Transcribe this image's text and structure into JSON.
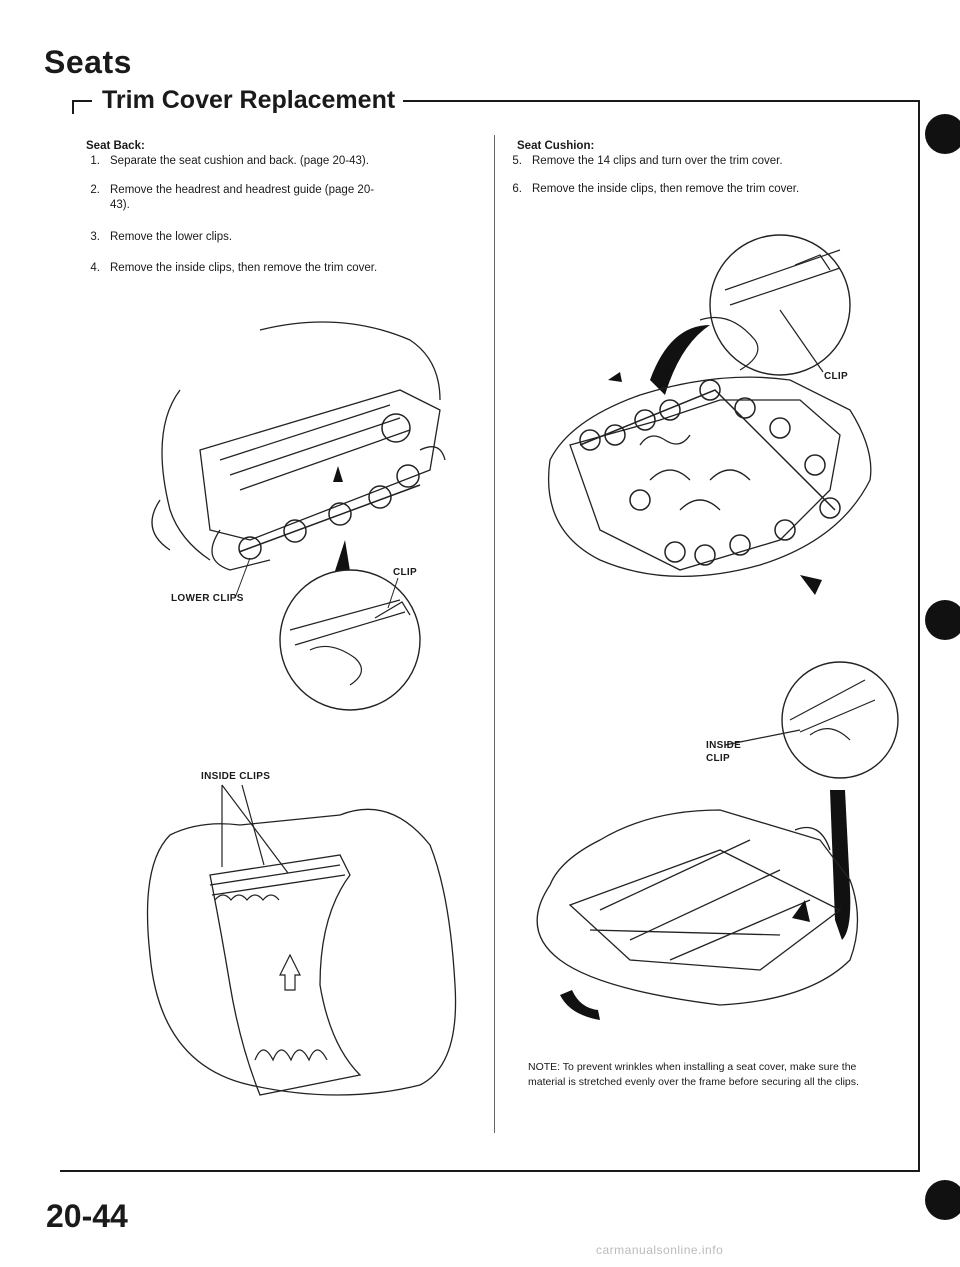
{
  "header": {
    "title": "Seats",
    "subtitle": "Trim Cover Replacement"
  },
  "seat_back": {
    "heading": "Seat Back:",
    "steps": [
      {
        "num": "1.",
        "text": "Separate the seat cushion and back. (page 20-43)."
      },
      {
        "num": "2.",
        "text": "Remove the headrest and headrest guide (page 20-",
        "text2": "43)."
      },
      {
        "num": "3.",
        "text": "Remove the lower clips."
      },
      {
        "num": "4.",
        "text": "Remove the inside clips, then remove the trim cover."
      }
    ]
  },
  "seat_cushion": {
    "heading": "Seat Cushion:",
    "steps": [
      {
        "num": "5.",
        "text": "Remove the 14 clips and turn over the trim cover."
      },
      {
        "num": "6.",
        "text": "Remove the inside clips, then remove the trim cover."
      }
    ]
  },
  "labels": {
    "clip_left": "CLIP",
    "lower_clips": "LOWER CLIPS",
    "inside_clips": "INSIDE CLIPS",
    "clip_right": "CLIP",
    "inside_clip_line1": "INSIDE",
    "inside_clip_line2": "CLIP"
  },
  "note": "NOTE: To prevent wrinkles when installing a seat cover, make sure the material is stretched evenly over the frame before securing all the clips.",
  "page_number": "20-44",
  "footer": "carmanualsonline.info",
  "icons": {
    "binder_hole": "binder-hole-icon",
    "illustration_seat_back": "seat-back-illustration",
    "illustration_seat_back_inner": "seat-back-inner-illustration",
    "illustration_cushion_top": "seat-cushion-clips-illustration",
    "illustration_cushion_bottom": "seat-cushion-inside-clips-illustration"
  }
}
